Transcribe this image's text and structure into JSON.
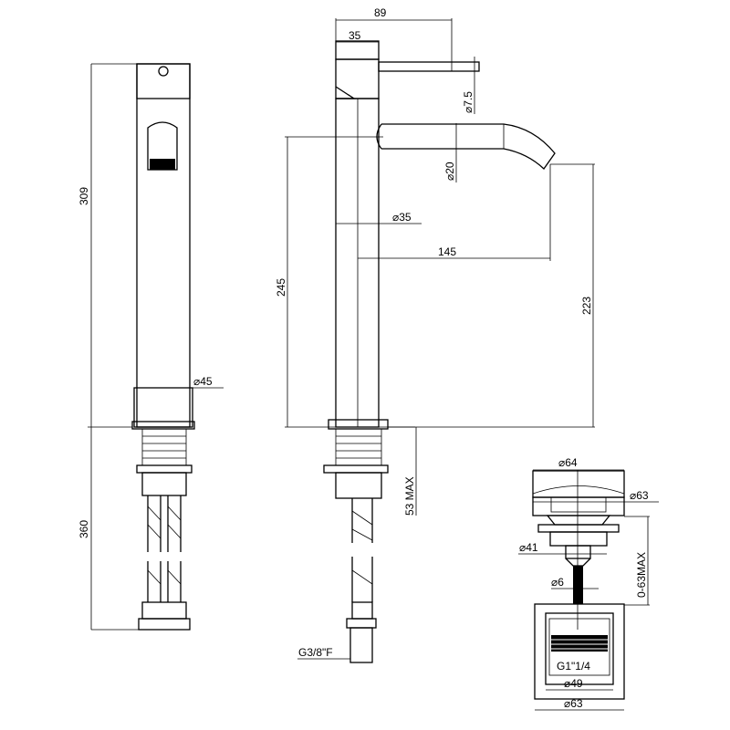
{
  "left_view": {
    "height_total": "309",
    "height_hose": "360",
    "base_diameter": "⌀45"
  },
  "side_view": {
    "spout_reach_top": "89",
    "body_width": "35",
    "lever_diameter": "⌀7.5",
    "spout_diameter": "⌀20",
    "body_diameter": "⌀35",
    "spout_reach": "145",
    "spout_height": "245",
    "outlet_height": "223",
    "deck_thickness": "53 MAX",
    "connection": "G3/8\"F"
  },
  "drain_view": {
    "cap_diameter": "⌀64",
    "cap_lower_diameter": "⌀63",
    "flange_diameter": "⌀41",
    "rod_diameter": "⌀6",
    "adjust_range": "0-63MAX",
    "thread": "G1\"1/4",
    "inner_diameter": "⌀49",
    "outer_diameter": "⌀63"
  }
}
